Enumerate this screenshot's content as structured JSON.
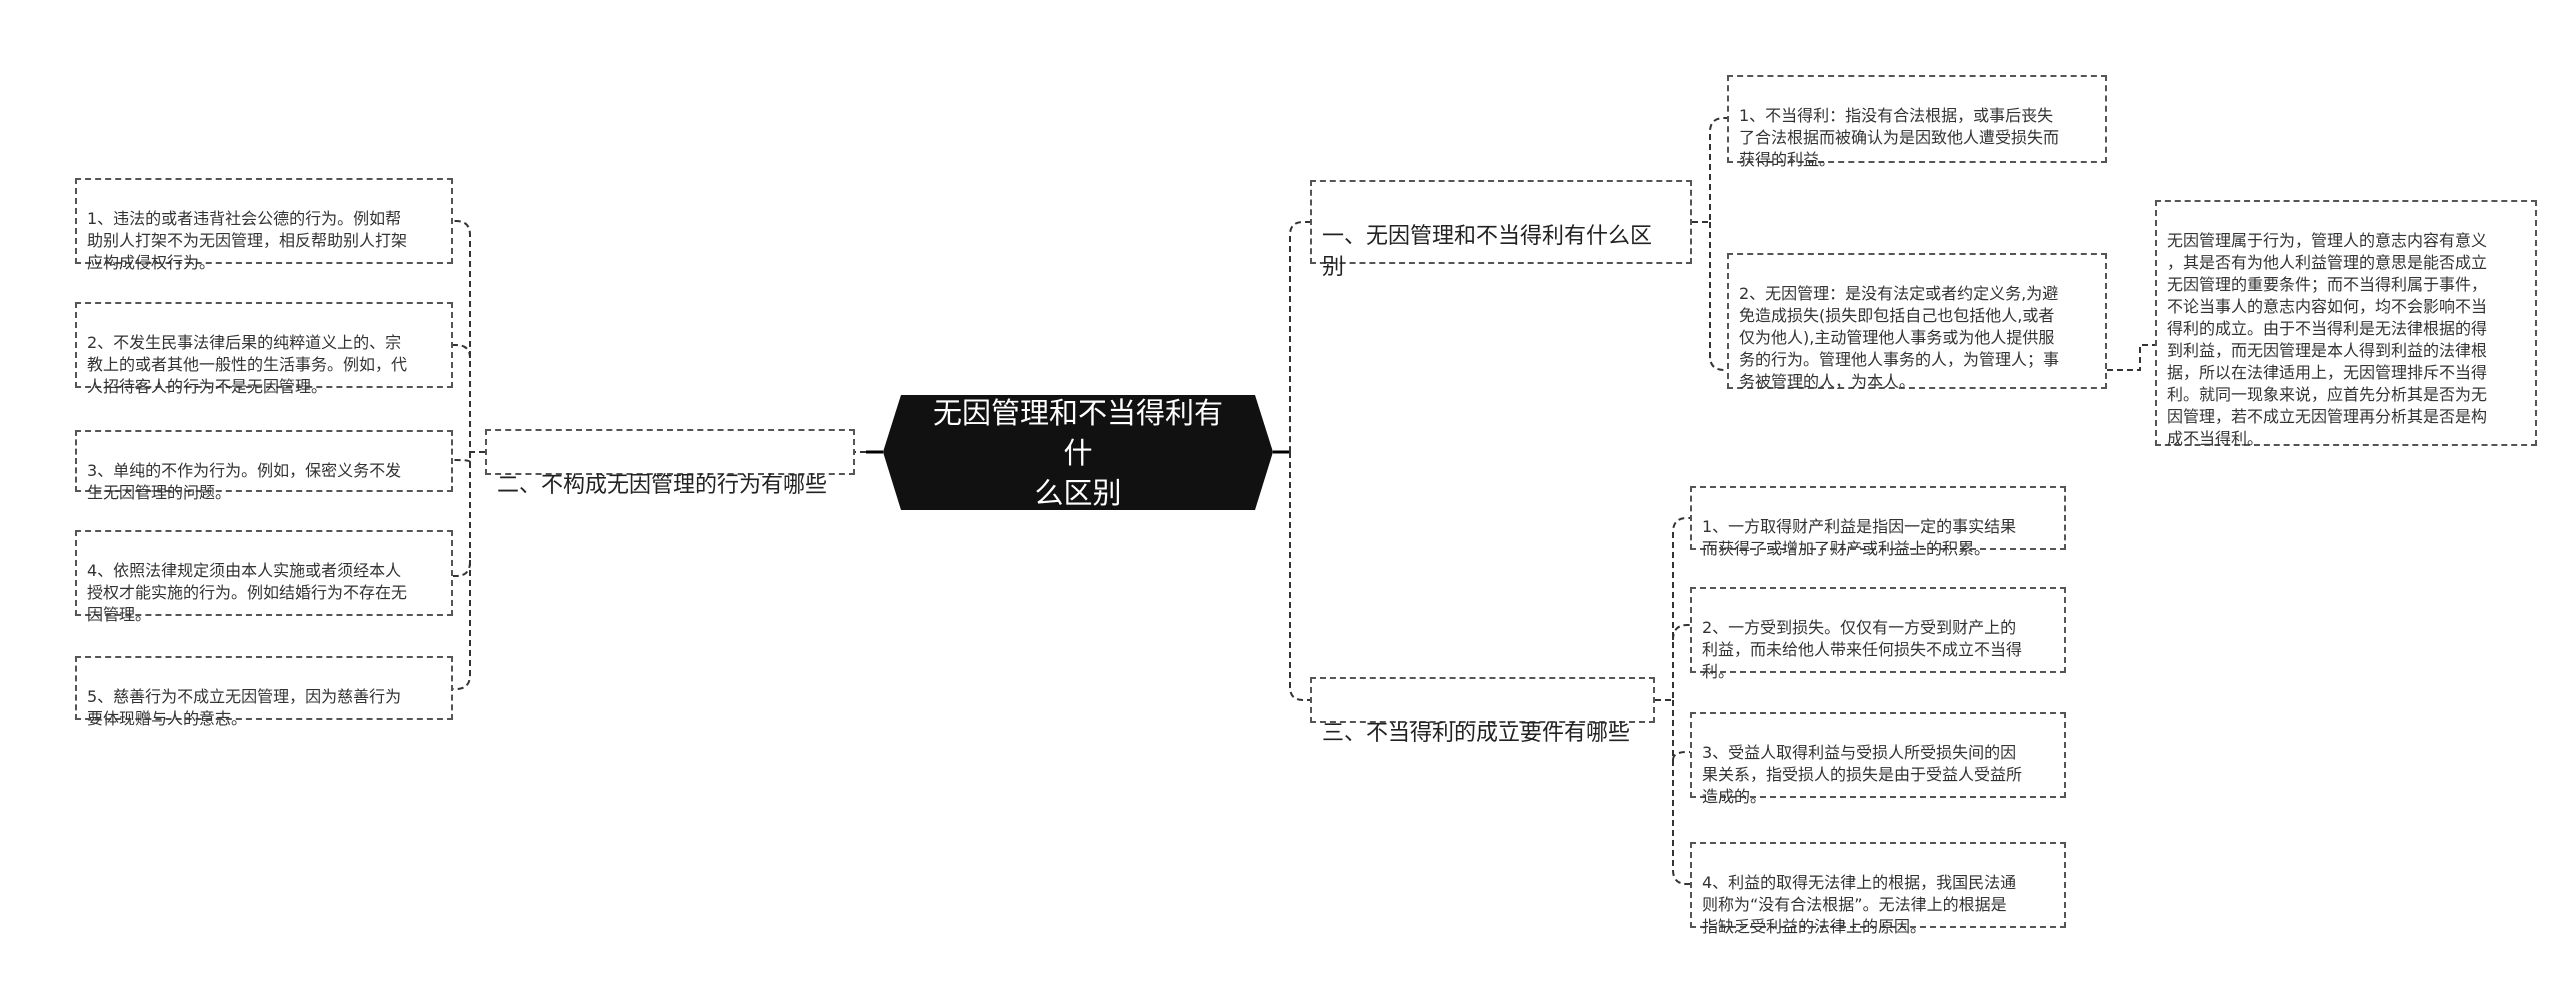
{
  "root": {
    "title": "无因管理和不当得利有什\n么区别"
  },
  "branches": [
    {
      "title": "一、无因管理和不当得利有什么区\n别",
      "items": [
        "1、不当得利：指没有合法根据，或事后丧失\n了合法根据而被确认为是因致他人遭受损失而\n获得的利益。",
        "2、无因管理：是没有法定或者约定义务,为避\n免造成损失(损失即包括自己也包括他人,或者\n仅为他人),主动管理他人事务或为他人提供服\n务的行为。管理他人事务的人，为管理人；事\n务被管理的人，为本人。"
      ],
      "note": "无因管理属于行为，管理人的意志内容有意义\n，其是否有为他人利益管理的意思是能否成立\n无因管理的重要条件；而不当得利属于事件，\n不论当事人的意志内容如何，均不会影响不当\n得利的成立。由于不当得利是无法律根据的得\n到利益，而无因管理是本人得到利益的法律根\n据，所以在法律适用上，无因管理排斥不当得\n利。就同一现象来说，应首先分析其是否为无\n因管理，若不成立无因管理再分析其是否是构\n成不当得利。"
    },
    {
      "title": "二、不构成无因管理的行为有哪些",
      "items": [
        "1、违法的或者违背社会公德的行为。例如帮\n助别人打架不为无因管理，相反帮助别人打架\n应构成侵权行为。",
        "2、不发生民事法律后果的纯粹道义上的、宗\n教上的或者其他一般性的生活事务。例如，代\n人招待客人的行为不是无因管理。",
        "3、单纯的不作为行为。例如，保密义务不发\n生无因管理的问题。",
        "4、依照法律规定须由本人实施或者须经本人\n授权才能实施的行为。例如结婚行为不存在无\n因管理。",
        "5、慈善行为不成立无因管理，因为慈善行为\n要体现赠与人的意志。"
      ]
    },
    {
      "title": "三、不当得利的成立要件有哪些",
      "items": [
        "1、一方取得财产利益是指因一定的事实结果\n而获得了或增加了财产或利益上的积累。",
        "2、一方受到损失。仅仅有一方受到财产上的\n利益，而未给他人带来任何损失不成立不当得\n利。",
        "3、受益人取得利益与受损人所受损失间的因\n果关系，指受损人的损失是由于受益人受益所\n造成的。",
        "4、利益的取得无法律上的根据，我国民法通\n则称为“没有合法根据”。无法律上的根据是\n指缺乏受利益的法律上的原因。"
      ]
    }
  ]
}
